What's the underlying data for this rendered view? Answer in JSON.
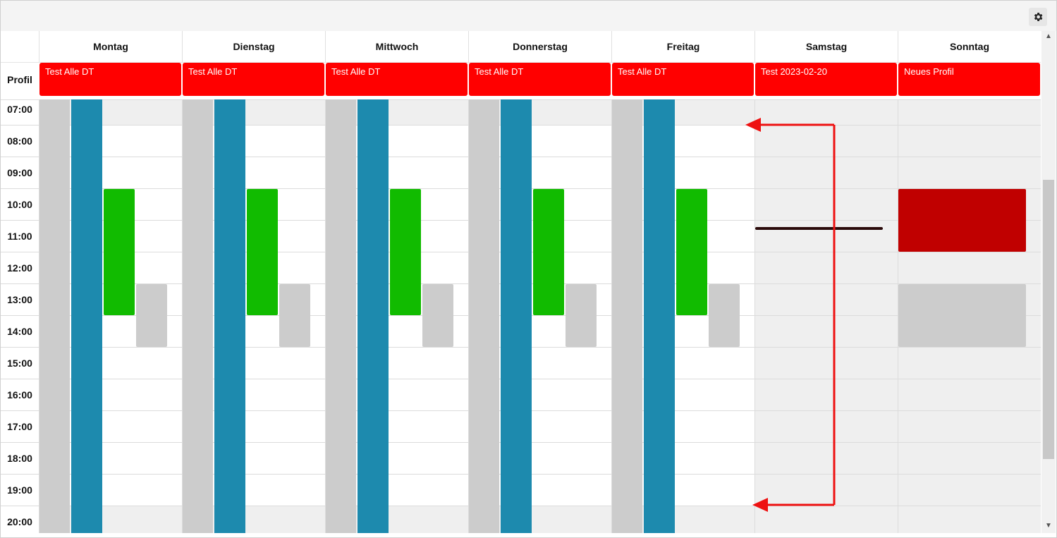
{
  "toolbar": {
    "settings_icon": "gear-icon"
  },
  "header": {
    "profile_label": "Profil",
    "days": [
      "Montag",
      "Dienstag",
      "Mittwoch",
      "Donnerstag",
      "Freitag",
      "Samstag",
      "Sonntag"
    ]
  },
  "profiles": [
    "Test Alle DT",
    "Test Alle DT",
    "Test Alle DT",
    "Test Alle DT",
    "Test Alle DT",
    "Test 2023-02-20",
    "Neues Profil"
  ],
  "times": [
    "07:00",
    "08:00",
    "09:00",
    "10:00",
    "11:00",
    "12:00",
    "13:00",
    "14:00",
    "15:00",
    "16:00",
    "17:00",
    "18:00",
    "19:00",
    "20:00"
  ],
  "colors": {
    "profile_red": "#ff0000",
    "blue": "#1d8aae",
    "green": "#11bb00",
    "grey": "#cccccc",
    "dark_red": "#c00000",
    "annotation_red": "#ee1111",
    "off_hours_bg": "#efefef"
  }
}
